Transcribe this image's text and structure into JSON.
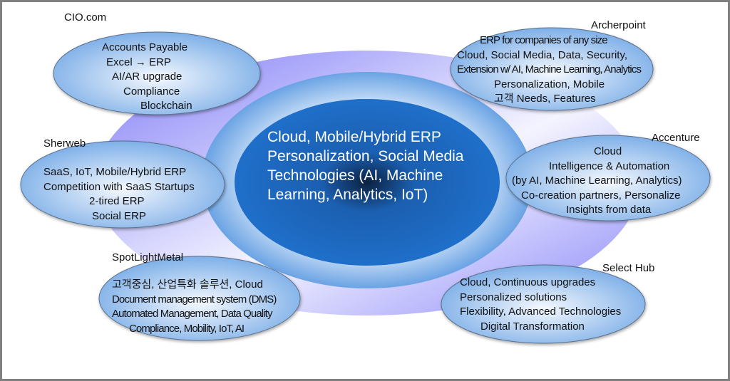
{
  "diagram": {
    "title": "ERP Trends by Source",
    "center": {
      "lines": [
        "Cloud, Mobile/Hybrid ERP",
        "Personalization, Social Media",
        "Technologies (AI, Machine",
        "Learning, Analytics, IoT)"
      ]
    },
    "sources": {
      "cio": {
        "name": "CIO.com",
        "lines": [
          "Accounts Payable",
          "Excel → ERP",
          "AI/AR upgrade",
          "Compliance",
          "Blockchain"
        ]
      },
      "archerpoint": {
        "name": "Archerpoint",
        "lines": [
          "ERP for companies of any size",
          "Cloud, Social Media, Data, Security,",
          "Extension w/ AI, Machine Learning, Analytics",
          "Personalization, Mobile",
          "고객 Needs, Features"
        ]
      },
      "sherweb": {
        "name": "Sherweb",
        "lines": [
          "SaaS, IoT, Mobile/Hybrid ERP",
          "Competition with SaaS Startups",
          "2-tired ERP",
          "Social ERP"
        ]
      },
      "accenture": {
        "name": "Accenture",
        "lines": [
          "Cloud",
          "Intelligence & Automation",
          "(by AI, Machine Learning, Analytics)",
          "Co-creation partners, Personalize",
          "Insights from data"
        ]
      },
      "spotlightmetal": {
        "name": "SpotLightMetal",
        "lines": [
          "고객중심, 산업특화 솔루션, Cloud",
          "Document management system (DMS)",
          "Automated Management, Data Quality",
          "Compliance, Mobility, IoT, AI"
        ]
      },
      "selecthub": {
        "name": "Select Hub",
        "lines": [
          "Cloud, Continuous upgrades",
          "Personalized solutions",
          "Flexibility, Advanced Technologies",
          "Digital Transformation"
        ]
      }
    }
  },
  "colors": {
    "outer_ring": "#8a86f8",
    "outer_ring_light": "#f2f2ff",
    "middle_ring": "#6fa6e6",
    "middle_ring_light": "#c9def6",
    "core": "#1e6cc6",
    "core_dark": "#0d2f5c",
    "bubble": "#8fb8ea",
    "bubble_light": "#eef4fc",
    "frame": "#808080"
  }
}
